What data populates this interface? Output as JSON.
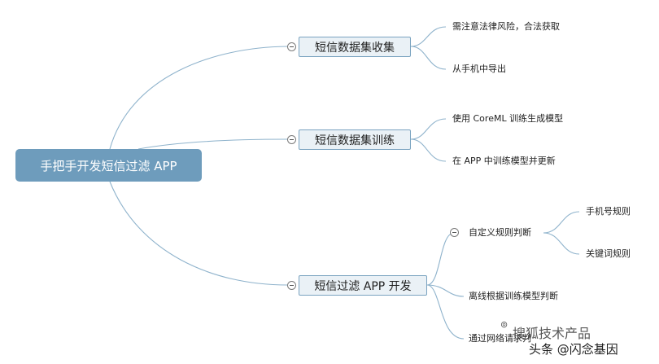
{
  "root": {
    "label": "手把手开发短信过滤 APP"
  },
  "branches": [
    {
      "label": "短信数据集收集",
      "children": [
        "需注意法律风险，合法获取",
        "从手机中导出"
      ]
    },
    {
      "label": "短信数据集训练",
      "children": [
        "使用 CoreML 训练生成模型",
        "在 APP 中训练模型并更新"
      ]
    },
    {
      "label": "短信过滤 APP 开发",
      "children": [
        {
          "label": "自定义规则判断",
          "children": [
            "手机号规则",
            "关键词规则"
          ]
        },
        "离线根据训练模型判断",
        "通过网络请求判"
      ]
    }
  ],
  "watermark": {
    "line1": "搜狐技术产品",
    "line2": "头条 @闪念基因"
  },
  "colors": {
    "root_fill": "#6e9cbc",
    "topic_fill": "#eaf1f6",
    "topic_border": "#7aa3c0",
    "connector": "#8fb3cc"
  }
}
